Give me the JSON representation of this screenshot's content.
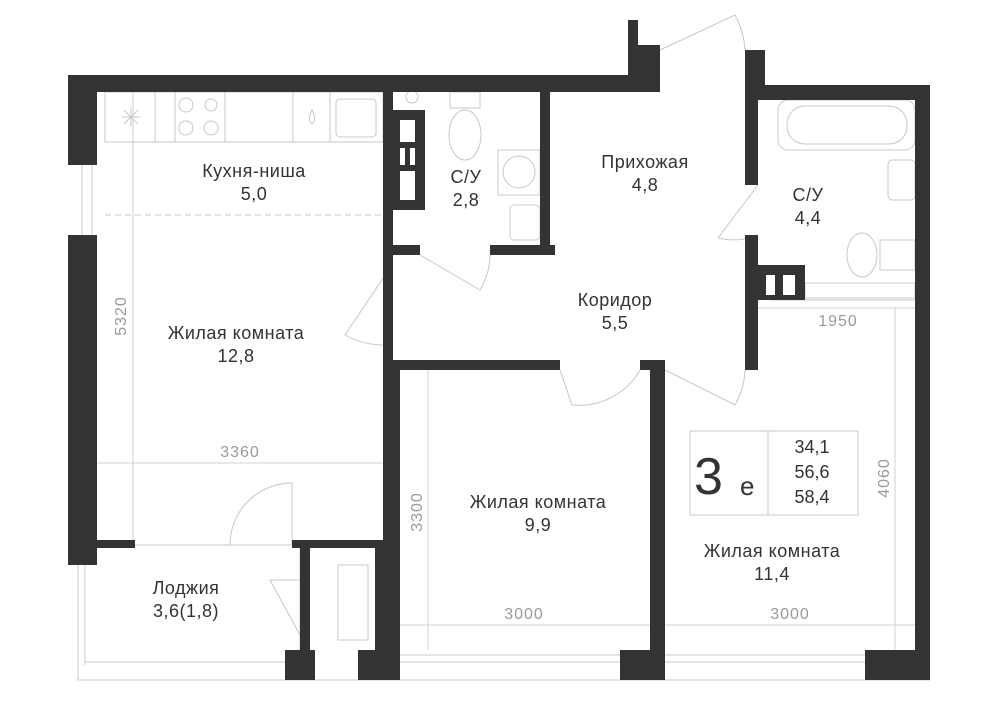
{
  "rooms": {
    "kitchen": {
      "name": "Кухня-ниша",
      "area": "5,0"
    },
    "bath1": {
      "name": "С/У",
      "area": "2,8"
    },
    "hall": {
      "name": "Прихожая",
      "area": "4,8"
    },
    "bath2": {
      "name": "С/У",
      "area": "4,4"
    },
    "corridor": {
      "name": "Коридор",
      "area": "5,5"
    },
    "living1": {
      "name": "Жилая комната",
      "area": "12,8"
    },
    "living2": {
      "name": "Жилая комната",
      "area": "9,9"
    },
    "living3": {
      "name": "Жилая комната",
      "area": "11,4"
    },
    "loggia": {
      "name": "Лоджия",
      "area": "3,6(1,8)"
    }
  },
  "dimensions": {
    "left_height": "5320",
    "living1_width": "3360",
    "living2_height": "3300",
    "living2_width": "3000",
    "living3_width": "3000",
    "living3_height": "4060",
    "bath2_width": "1950"
  },
  "info": {
    "type_number": "3",
    "type_letter": "е",
    "living_area": "34,1",
    "total_area": "56,6",
    "total_with_loggia": "58,4"
  },
  "colors": {
    "wall": "#333333",
    "line": "#c8c8c8"
  }
}
